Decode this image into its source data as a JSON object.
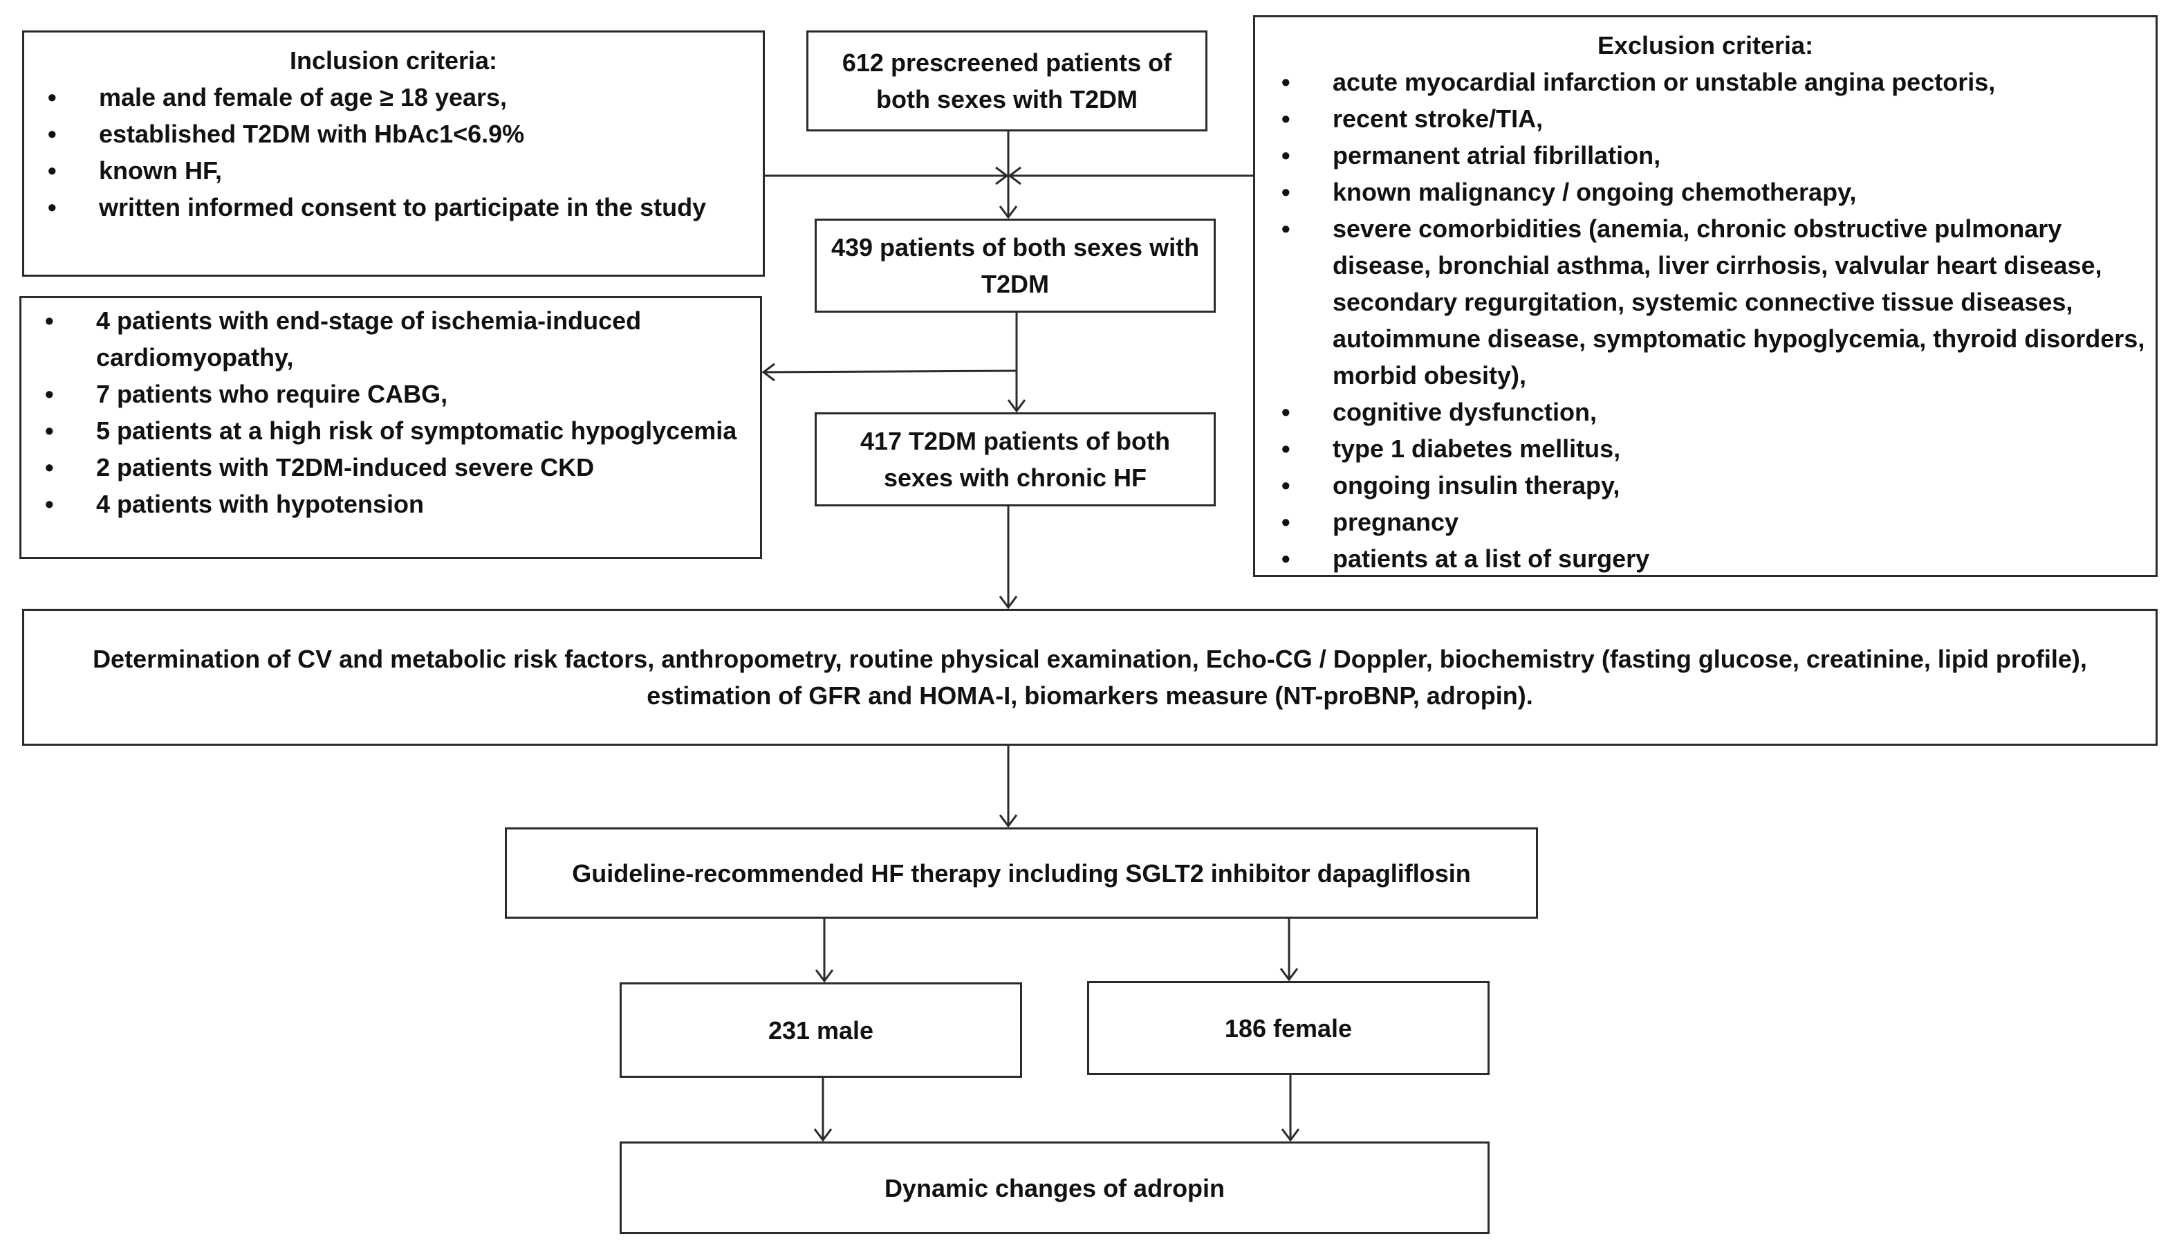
{
  "inclusion": {
    "title": "Inclusion criteria:",
    "items": [
      "male and female of age ≥ 18 years,",
      "established T2DM with HbAc1<6.9%",
      "known HF,",
      "written informed consent to participate in the study"
    ]
  },
  "prescreened": {
    "text": "612 prescreened patients of both sexes with T2DM"
  },
  "exclusion": {
    "title": "Exclusion criteria:",
    "items": [
      "acute myocardial infarction or unstable angina pectoris,",
      "recent stroke/TIA,",
      "permanent atrial fibrillation,",
      "known malignancy / ongoing chemotherapy,",
      "severe comorbidities (anemia, chronic obstructive pulmonary disease, bronchial asthma, liver cirrhosis, valvular heart disease, secondary regurgitation, systemic connective tissue diseases, autoimmune disease, symptomatic hypoglycemia, thyroid disorders, morbid obesity),",
      "cognitive dysfunction,",
      "type 1 diabetes mellitus,",
      "ongoing insulin therapy,",
      "pregnancy",
      "patients at a list of surgery"
    ]
  },
  "enrolled": {
    "text": "439 patients of both sexes with T2DM"
  },
  "excluded": {
    "items": [
      "4 patients with end-stage of ischemia-induced cardiomyopathy,",
      "7 patients who require CABG,",
      "5 patients at a high risk of symptomatic hypoglycemia",
      "2 patients with T2DM-induced severe CKD",
      "4 patients with hypotension"
    ]
  },
  "final_cohort": {
    "text": "417 T2DM patients of both sexes with chronic HF"
  },
  "determination": {
    "text": "Determination of CV and metabolic risk factors, anthropometry, routine physical examination, Echo-CG / Doppler, biochemistry (fasting glucose, creatinine, lipid profile), estimation of GFR and HOMA-I, biomarkers measure (NT-proBNP, adropin)."
  },
  "therapy": {
    "text": "Guideline-recommended HF therapy including SGLT2 inhibitor dapagliflosin"
  },
  "male": {
    "text": "231 male"
  },
  "female": {
    "text": "186 female"
  },
  "outcome": {
    "text": "Dynamic changes of adropin"
  },
  "colors": {
    "line": "#2b2b2b",
    "text": "#111111",
    "background": "#ffffff"
  }
}
